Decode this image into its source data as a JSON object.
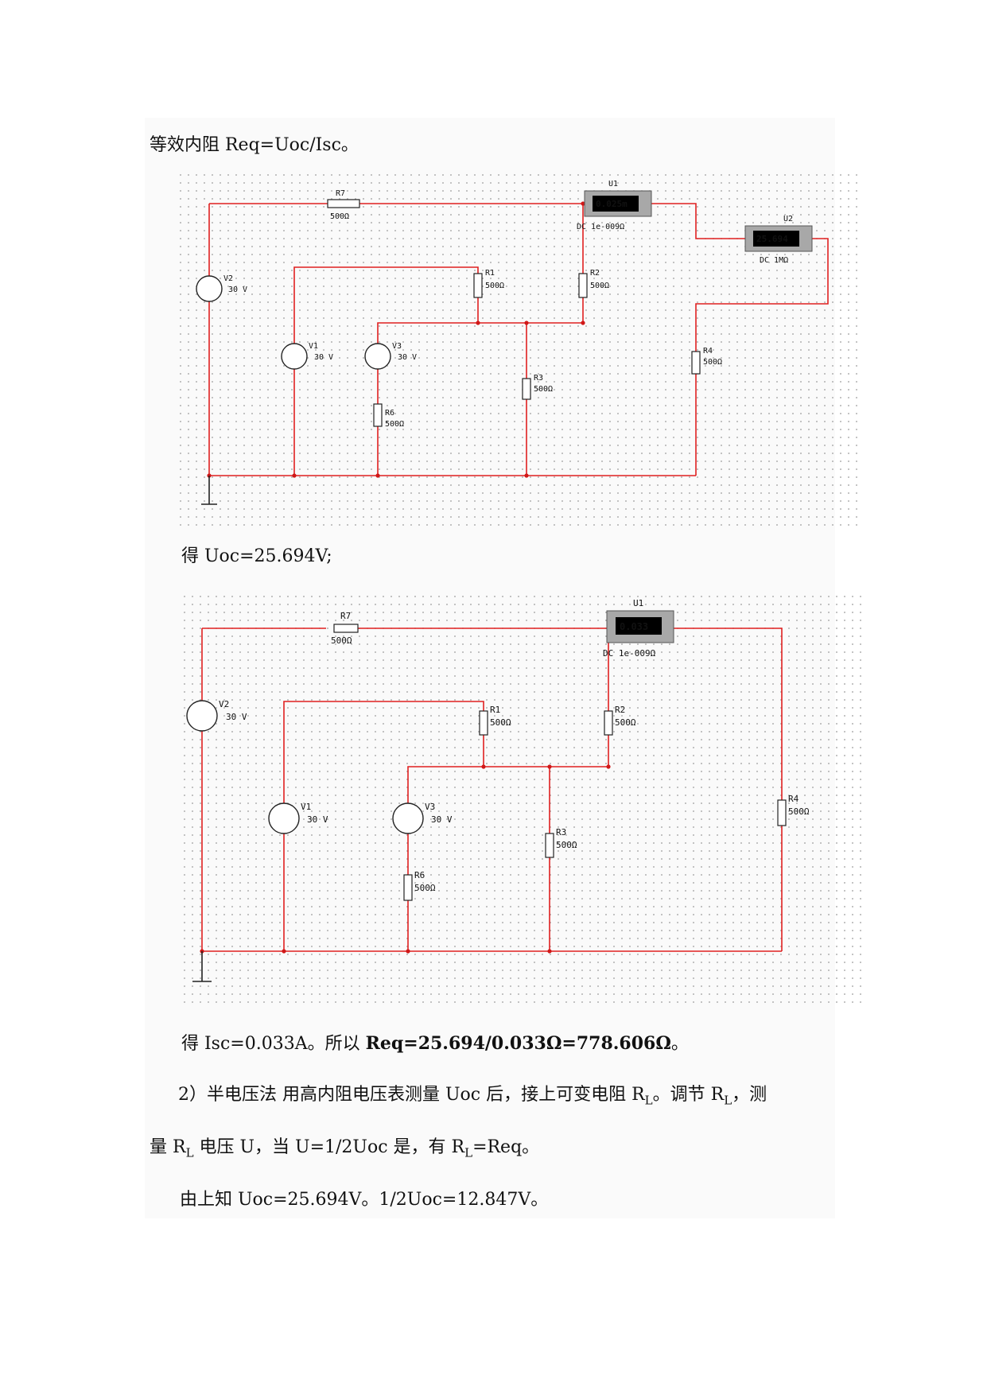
{
  "para1": "等效内阻 Req=Uoc/Isc。",
  "circuit1": {
    "meter1_label": "U1",
    "meter1_value": "0.025m",
    "meter1_caption": "DC  1e-009Ω",
    "meter2_label": "U2",
    "meter2_value": "25.694",
    "meter2_caption": "DC  1MΩ",
    "r7_label": "R7",
    "r7_value": "500Ω",
    "r1_label": "R1",
    "r1_value": "500Ω",
    "r2_label": "R2",
    "r2_value": "500Ω",
    "r3_label": "R3",
    "r3_value": "500Ω",
    "r4_label": "R4",
    "r4_value": "500Ω",
    "r6_label": "R6",
    "r6_value": "500Ω",
    "v2_label": "V2",
    "v2_value": "30 V",
    "v1_label": "V1",
    "v1_value": "30 V",
    "v3_label": "V3",
    "v3_value": "30 V"
  },
  "para2": "得 Uoc=25.694V;",
  "circuit2": {
    "meter1_label": "U1",
    "meter1_value": "0.033",
    "meter1_caption": "DC  1e-009Ω",
    "r7_label": "R7",
    "r7_value": "500Ω",
    "r1_label": "R1",
    "r1_value": "500Ω",
    "r2_label": "R2",
    "r2_value": "500Ω",
    "r3_label": "R3",
    "r3_value": "500Ω",
    "r4_label": "R4",
    "r4_value": "500Ω",
    "r6_label": "R6",
    "r6_value": "500Ω",
    "v2_label": "V2",
    "v2_value": "30 V",
    "v1_label": "V1",
    "v1_value": "30 V",
    "v3_label": "V3",
    "v3_value": "30 V"
  },
  "para3_a": "得 Isc=0.033A。所以 ",
  "para3_b": "Req=25.694/0.033Ω=778.606Ω",
  "para3_c": "。",
  "para4_a": "2）半电压法   用高内阻电压表测量 Uoc 后，接上可变电阻 R",
  "para4_sub1": "L",
  "para4_b": "。调节 R",
  "para4_sub2": "L",
  "para4_c": "，测",
  "para5_a": "量 R",
  "para5_sub1": "L",
  "para5_b": " 电压 U，当 U=1/2Uoc 是，有 R",
  "para5_sub2": "L",
  "para5_c": "=Req。",
  "para6": "由上知 Uoc=25.694V。1/2Uoc=12.847V。"
}
